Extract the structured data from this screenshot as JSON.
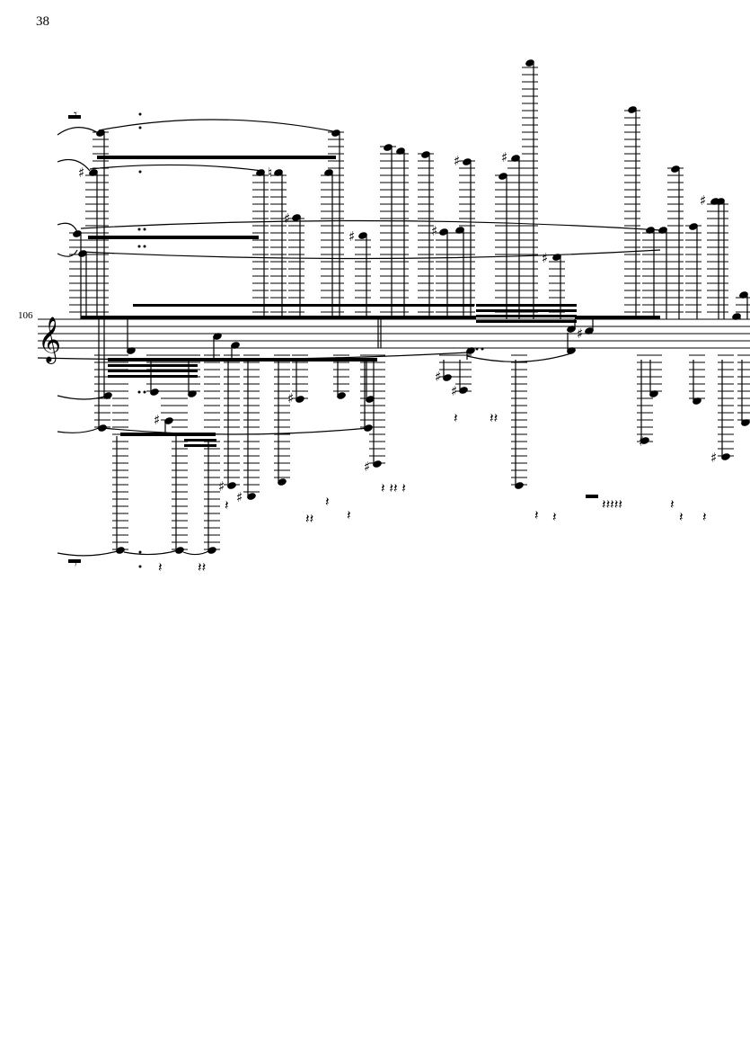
{
  "page": {
    "number": "38"
  },
  "system": {
    "measure_number": "106",
    "clef": "treble"
  },
  "score": {
    "accidentals": [
      "sharp",
      "natural"
    ],
    "rest_types": [
      "quarter",
      "eighth",
      "half"
    ]
  }
}
